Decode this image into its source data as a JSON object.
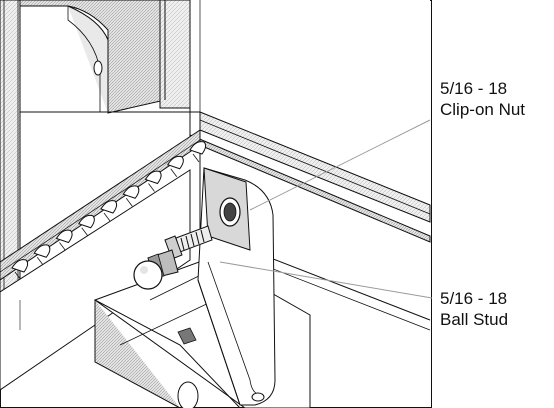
{
  "figure": {
    "callouts": [
      {
        "id": "clip-on-nut",
        "line1": "5/16 - 18",
        "line2": "Clip-on Nut"
      },
      {
        "id": "ball-stud",
        "line1": "5/16 - 18",
        "line2": "Ball Stud"
      }
    ]
  },
  "colors": {
    "ink": "#111111",
    "leader": "#9a9a9a",
    "panel_gray": "#cfcfcf",
    "hatch": "#bdbdbd",
    "paper": "#ffffff"
  }
}
